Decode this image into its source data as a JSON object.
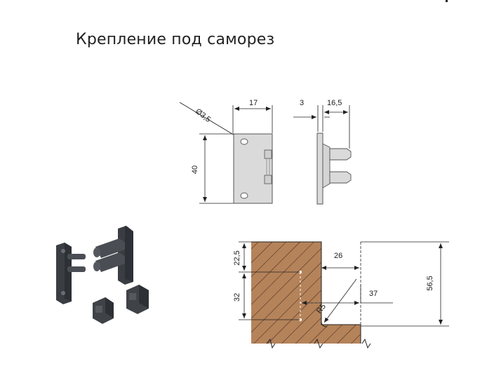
{
  "title": "Крепление под саморез",
  "colors": {
    "wood_fill": "#b5835a",
    "wood_hatch": "#4a3020",
    "part_fill": "#dadada",
    "part_dark": "#3a3d42",
    "line": "#222222"
  },
  "front_view": {
    "hole_diameter": "Ø3,5",
    "width": "17",
    "height": "40"
  },
  "side_view": {
    "plate_thickness": "3",
    "depth": "16,5"
  },
  "section_view": {
    "top_offset": "22,5",
    "hole_spacing": "32",
    "total_height": "56,5",
    "inner_offset": "26",
    "outer_offset": "37",
    "radius": "R5"
  }
}
